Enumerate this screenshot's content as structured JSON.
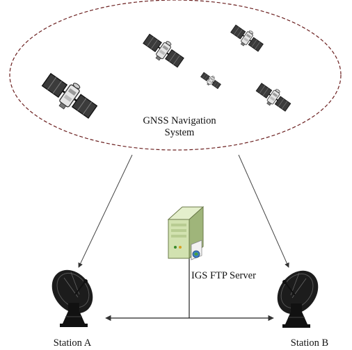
{
  "labels": {
    "system_line1": "GNSS Navigation",
    "system_line2": "System",
    "server": "IGS FTP Server",
    "station_a": "Station A",
    "station_b": "Station B"
  },
  "colors": {
    "orbit_outline": "#6b1f1f",
    "arrow": "#444444",
    "satellite_panel": "#3a3a3a",
    "server_body": "#c8d9a6",
    "antenna": "#111111"
  },
  "icons": [
    "satellite-icon",
    "server-icon",
    "dish-antenna-icon"
  ]
}
